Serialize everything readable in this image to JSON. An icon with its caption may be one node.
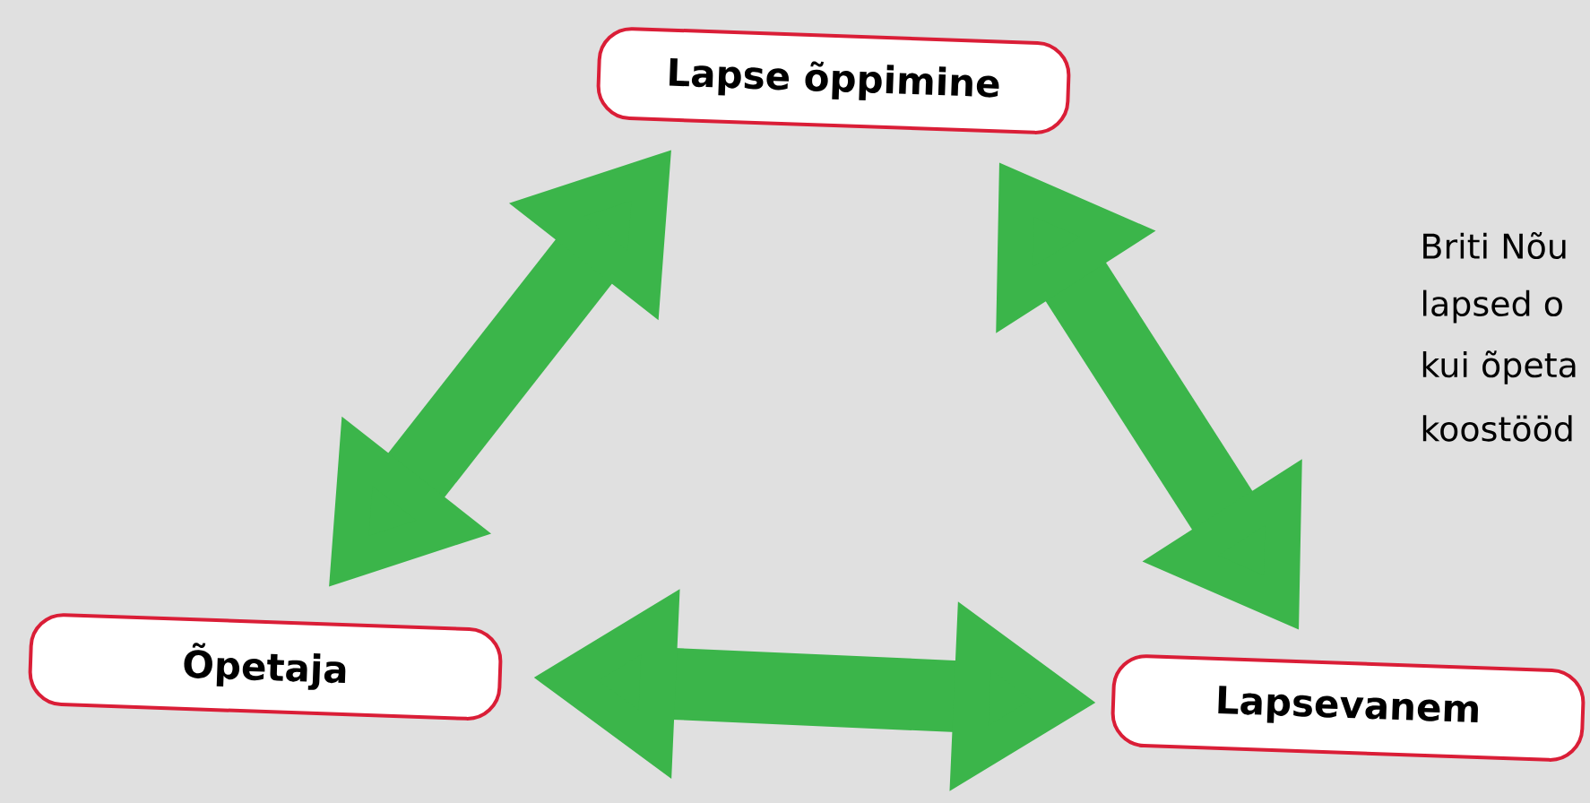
{
  "diagram": {
    "nodes": [
      {
        "text": [
          "Lapse õppimine"
        ]
      },
      {
        "text": [
          "Õpetaja"
        ]
      },
      {
        "text": [
          "Lapsevanem"
        ]
      }
    ],
    "edges": [
      {
        "from": 0,
        "to": 1,
        "arrow": "both"
      },
      {
        "from": 0,
        "to": 2,
        "arrow": "both"
      },
      {
        "from": 1,
        "to": 2,
        "arrow": "both"
      }
    ],
    "labels": [
      "Briti Nõu",
      "lapsed o",
      "kui õpeta",
      "koostööd"
    ]
  }
}
